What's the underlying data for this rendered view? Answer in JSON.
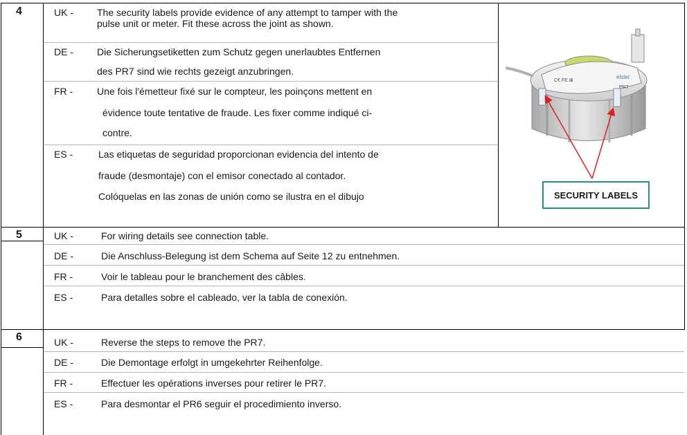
{
  "steps": [
    {
      "number": "4",
      "entries": [
        {
          "lang": "UK -",
          "lines": [
            "The security labels provide evidence of any attempt to tamper with the",
            "pulse unit or meter. Fit these across the joint as shown."
          ]
        },
        {
          "lang": "DE -",
          "lines": [
            "Die Sicherungsetiketten zum Schutz gegen unerlaubtes Entfernen",
            "des PR7 sind wie rechts gezeigt anzubringen."
          ]
        },
        {
          "lang": "FR -",
          "lines": [
            "Une fois l'émetteur fixé sur le compteur, les poinçons mettent en",
            "évidence toute tentative de fraude. Les fixer comme indiqué ci-",
            "contre."
          ]
        },
        {
          "lang": "ES -",
          "lines": [
            "Las etiquetas de seguridad proporcionan evidencia del intento de",
            "fraude (desmontaje) con el emisor conectado al contador.",
            "Colóquelas en las zonas de unión como se ilustra en el dibujo"
          ]
        }
      ]
    },
    {
      "number": "5",
      "entries": [
        {
          "lang": "UK -",
          "lines": [
            "For wiring details see connection table."
          ]
        },
        {
          "lang": "DE -",
          "lines": [
            "Die Anschluss-Belegung ist dem Schema auf Seite 12 zu entnehmen."
          ]
        },
        {
          "lang": "FR -",
          "lines": [
            "Voir le tableau pour le branchement des câbles."
          ]
        },
        {
          "lang": "ES -",
          "lines": [
            "Para detalles sobre el cableado, ver la tabla de conexión."
          ]
        }
      ]
    },
    {
      "number": "6",
      "entries": [
        {
          "lang": "UK -",
          "lines": [
            "Reverse the steps to remove the PR7."
          ]
        },
        {
          "lang": "DE -",
          "lines": [
            "Die Demontage erfolgt in umgekehrter Reihenfolge."
          ]
        },
        {
          "lang": "FR -",
          "lines": [
            "Effectuer les opérations inverses pour retirer le PR7."
          ]
        },
        {
          "lang": "ES -",
          "lines": [
            "Para desmontar el PR6 seguir el procedimiento inverso."
          ]
        }
      ]
    }
  ],
  "illustration": {
    "callout_label": "SECURITY LABELS",
    "device_brand": "elster",
    "device_model": "PR7",
    "callout_border_color": "#2d8a8a",
    "arrow_color": "#e02020"
  }
}
